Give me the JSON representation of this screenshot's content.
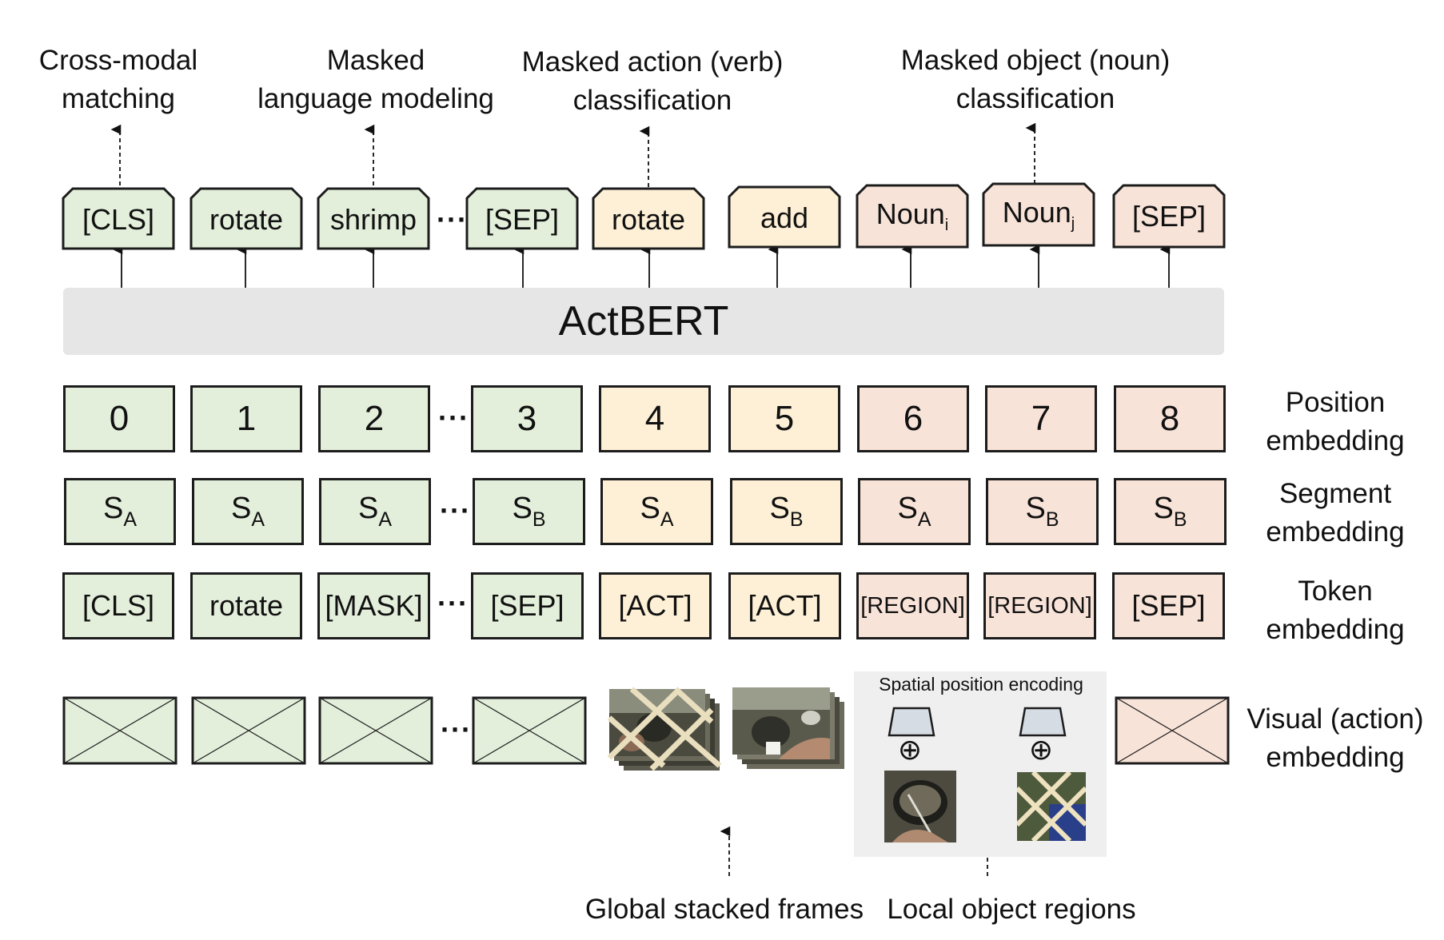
{
  "objectives": [
    {
      "line1": "Cross-modal",
      "line2": "matching"
    },
    {
      "line1": "Masked",
      "line2": "language modeling"
    },
    {
      "line1": "Masked action (verb)",
      "line2": "classification"
    },
    {
      "line1": "Masked object (noun)",
      "line2": "classification"
    }
  ],
  "outputs": [
    {
      "text": "[CLS]",
      "sub": ""
    },
    {
      "text": "rotate",
      "sub": ""
    },
    {
      "text": "shrimp",
      "sub": ""
    },
    {
      "text": "[SEP]",
      "sub": ""
    },
    {
      "text": "rotate",
      "sub": ""
    },
    {
      "text": "add",
      "sub": ""
    },
    {
      "text": "Noun",
      "sub": "i"
    },
    {
      "text": "Noun",
      "sub": "j"
    },
    {
      "text": "[SEP]",
      "sub": ""
    }
  ],
  "model_name": "ActBERT",
  "positions": [
    "0",
    "1",
    "2",
    "3",
    "4",
    "5",
    "6",
    "7",
    "8"
  ],
  "segments": [
    {
      "s": "S",
      "sub": "A"
    },
    {
      "s": "S",
      "sub": "A"
    },
    {
      "s": "S",
      "sub": "A"
    },
    {
      "s": "S",
      "sub": "B"
    },
    {
      "s": "S",
      "sub": "A"
    },
    {
      "s": "S",
      "sub": "B"
    },
    {
      "s": "S",
      "sub": "A"
    },
    {
      "s": "S",
      "sub": "B"
    },
    {
      "s": "S",
      "sub": "B"
    }
  ],
  "tokens": [
    "[CLS]",
    "rotate",
    "[MASK]",
    "[SEP]",
    "[ACT]",
    "[ACT]",
    "[REGION]",
    "[REGION]",
    "[SEP]"
  ],
  "ellipsis": "···",
  "row_labels": {
    "position": {
      "line1": "Position",
      "line2": "embedding"
    },
    "segment": {
      "line1": "Segment",
      "line2": "embedding"
    },
    "token": {
      "line1": "Token",
      "line2": "embedding"
    },
    "visual": {
      "line1": "Visual (action)",
      "line2": "embedding"
    }
  },
  "spatial_encoding": "Spatial position encoding",
  "plus_symbol": "⊕",
  "bottom_labels": {
    "global": "Global stacked frames",
    "local": "Local object regions"
  },
  "colors": {
    "text_group": "#e3efdb",
    "action_group": "#fdf0d6",
    "region_group": "#f8e3d8",
    "model_band": "#e6e6e6",
    "border": "#1c1c1c"
  }
}
